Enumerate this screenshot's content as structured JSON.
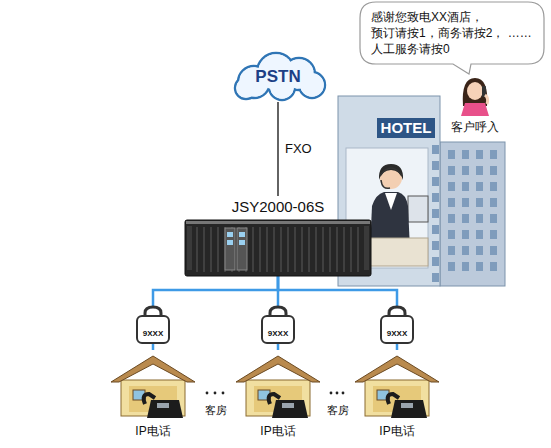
{
  "diagram": {
    "nodes": [
      {
        "text": [
          "感谢您致电XX酒店， 预订请按1，商务请按2， ……人工服务请按0"
        ]
      },
      {
        "text": [
          "客户呼入"
        ]
      },
      {
        "text": [
          "PSTN"
        ]
      },
      {
        "text": [
          "HOTEL"
        ]
      },
      {
        "text": [
          "JSY2000-06S"
        ]
      },
      {
        "text": [
          "9XXX"
        ]
      },
      {
        "text": [
          "9XXX"
        ]
      },
      {
        "text": [
          "9XXX"
        ]
      },
      {
        "text": [
          "IP电话"
        ]
      },
      {
        "text": [
          "IP电话"
        ]
      },
      {
        "text": [
          "IP电话"
        ]
      }
    ],
    "edges": [
      {
        "from": 2,
        "to": 4,
        "label": "FXO",
        "arrow": "none"
      },
      {
        "from": 4,
        "to": 5,
        "arrow": "none"
      },
      {
        "from": 4,
        "to": 6,
        "arrow": "none"
      },
      {
        "from": 4,
        "to": 7,
        "arrow": "none"
      },
      {
        "from": 5,
        "to": 8,
        "arrow": "none"
      },
      {
        "from": 6,
        "to": 9,
        "arrow": "none"
      },
      {
        "from": 7,
        "to": 10,
        "arrow": "none"
      }
    ],
    "labels": [
      "客房",
      "客房"
    ]
  }
}
